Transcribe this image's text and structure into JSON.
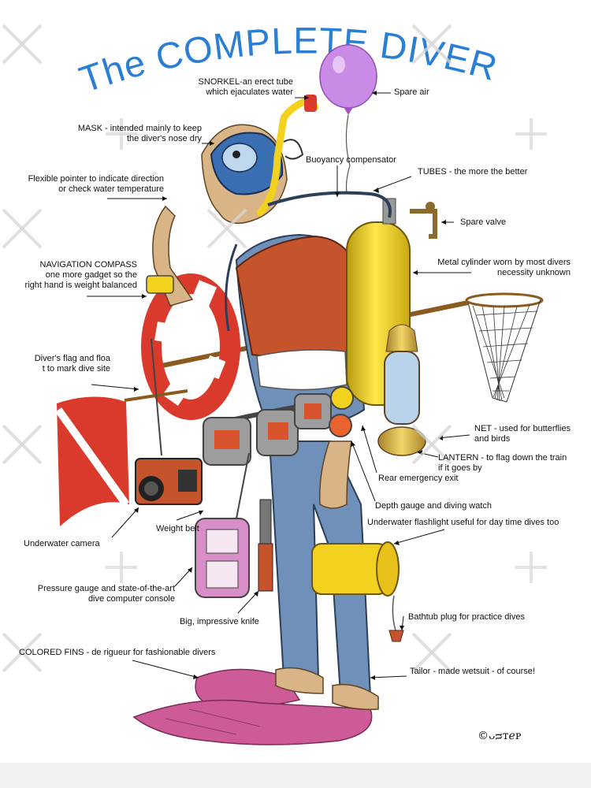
{
  "title": "The COMPLETE DIVER",
  "labels": {
    "snorkel": "SNORKEL-an erect tube\nwhich ejaculates water",
    "spare_air": "Spare air",
    "mask": "MASK - intended mainly to keep\nthe diver's nose dry",
    "pointer": "Flexible pointer to indicate direction\nor check water temperature",
    "buoyancy": "Buoyancy compensator",
    "tubes": "TUBES - the more the better",
    "spare_valve": "Spare valve",
    "compass": "NAVIGATION COMPASS\none more gadget so the\nright hand is weight balanced",
    "cylinder": "Metal cylinder worn by most divers\nnecessity unknown",
    "flag": "Diver's flag and floa\nt to mark dive site",
    "net": "NET - used for butterflies\nand birds",
    "lantern": "LANTERN - to flag down the train\nif it goes by",
    "rear_exit": "Rear emergency exit",
    "depth": "Depth gauge and diving watch",
    "flashlight": "Underwater flashlight useful for day time dives too",
    "weight_belt": "Weight belt",
    "camera": "Underwater camera",
    "pressure": "Pressure gauge and state-of-the-art\ndive computer console",
    "knife": "Big, impressive knife",
    "bathtub": "Bathtub plug for practice dives",
    "fins": "COLORED FINS - de rigueur for fashionable divers",
    "wetsuit": "Tailor - made wetsuit - of course!"
  },
  "colors": {
    "title": "#2a7fd4",
    "wetsuit": "#6f90b8",
    "vest": "#c5542d",
    "tank": "#f2d21e",
    "flag": "#d93a2c",
    "fins": "#cc5b98",
    "balloon": "#c98be6"
  },
  "signature": "©ᴗᴝᴛℯᴘ"
}
